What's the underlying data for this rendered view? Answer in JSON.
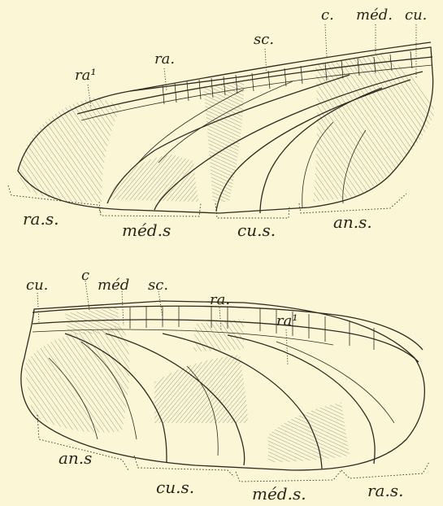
{
  "colors": {
    "paper": "#fbf6d6",
    "ink": "#2f2b22"
  },
  "figures": [
    {
      "id": "top",
      "vein_labels": [
        "ra¹",
        "ra.",
        "sc.",
        "c.",
        "méd.",
        "cu."
      ],
      "region_labels": [
        "ra.s.",
        "méd.s",
        "cu.s.",
        "an.s."
      ]
    },
    {
      "id": "bottom",
      "vein_labels": [
        "cu.",
        "c",
        "méd",
        "sc.",
        "ra.",
        "ra¹"
      ],
      "region_labels": [
        "an.s",
        "cu.s.",
        "méd.s.",
        "ra.s."
      ]
    }
  ]
}
